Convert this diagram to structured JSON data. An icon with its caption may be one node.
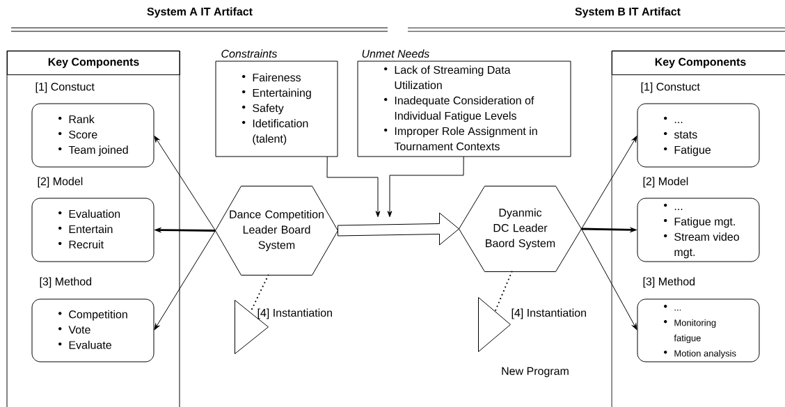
{
  "diagram": {
    "nodes": [
      {
        "text": [
          "Key Components"
        ]
      },
      {
        "text": [
          "[1] Constuct",
          "Rank",
          "Score",
          "Team joined"
        ],
        "in": 0
      },
      {
        "text": [
          "[2] Model",
          "Evaluation",
          "Entertain",
          "Recruit"
        ],
        "in": 0
      },
      {
        "text": [
          "[3] Method",
          "Competition",
          "Vote",
          "Evaluate"
        ],
        "in": 0
      },
      {
        "text": [
          "Constraints",
          "Faireness",
          "Entertaining",
          "Safety",
          "Idetification (talent)"
        ]
      },
      {
        "text": [
          "Unmet Needs",
          "Lack of Streaming Data Utilization",
          "Inadequate Consideration of Individual Fatigue Levels",
          "Improper Role Assignment in Tournament Contexts"
        ]
      },
      {
        "text": [
          "Dance Competition Leader Board System"
        ]
      },
      {
        "text": [
          "Dyanmic DC Leader Baord System"
        ]
      },
      {
        "text": [],
        "shape": "triangle",
        "beside": [
          "[4] Instantiation"
        ]
      },
      {
        "text": [],
        "shape": "triangle",
        "beside": [
          "[4] Instantiation",
          "New Program"
        ]
      },
      {
        "text": [
          "Key Components"
        ]
      },
      {
        "text": [
          "[1] Constuct",
          "...",
          "stats",
          "Fatigue"
        ],
        "in": 10
      },
      {
        "text": [
          "[2] Model",
          "...",
          "Fatigue mgt.",
          "Stream video mgt."
        ],
        "in": 10
      },
      {
        "text": [
          "[3] Method",
          "...",
          "Monitoring fatigue",
          "Motion analysis"
        ],
        "in": 10
      }
    ],
    "edges": [
      {
        "from": 6,
        "to": 1,
        "arrow": "to"
      },
      {
        "from": 6,
        "to": 2,
        "arrow": "to",
        "style": "thick"
      },
      {
        "from": 6,
        "to": 3,
        "arrow": "to"
      },
      {
        "from": 6,
        "to": 7,
        "arrow": "to"
      },
      {
        "from": 4,
        "to": null,
        "arrow": "to"
      },
      {
        "from": 5,
        "to": null,
        "arrow": "to"
      },
      {
        "from": 6,
        "to": 8,
        "arrow": "none",
        "style": "dashed"
      },
      {
        "from": 7,
        "to": 11,
        "arrow": "to"
      },
      {
        "from": 7,
        "to": 12,
        "arrow": "to",
        "style": "thick"
      },
      {
        "from": 7,
        "to": 13,
        "arrow": "to"
      },
      {
        "from": 7,
        "to": 9,
        "arrow": "none",
        "style": "dashed"
      }
    ],
    "labels": [
      "System A IT Artifact",
      "System B IT Artifact"
    ]
  }
}
